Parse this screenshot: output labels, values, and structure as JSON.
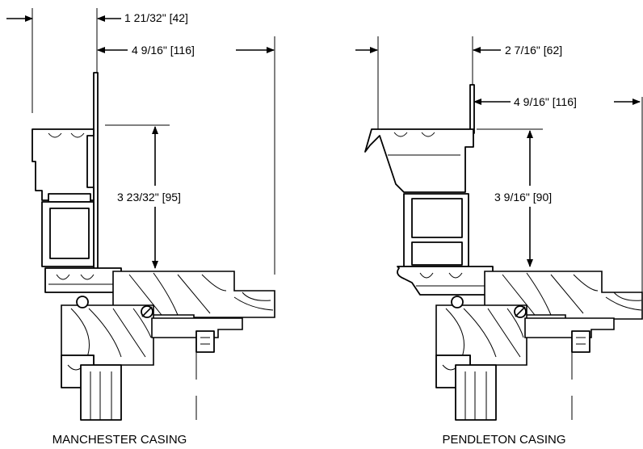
{
  "left": {
    "dim_top": "1 21/32\" [42]",
    "dim_width": "4 9/16\" [116]",
    "dim_height": "3 23/32\" [95]",
    "caption": "MANCHESTER CASING"
  },
  "right": {
    "dim_top": "2 7/16\" [62]",
    "dim_width": "4 9/16\" [116]",
    "dim_height": "3 9/16\" [90]",
    "caption": "PENDLETON CASING"
  }
}
